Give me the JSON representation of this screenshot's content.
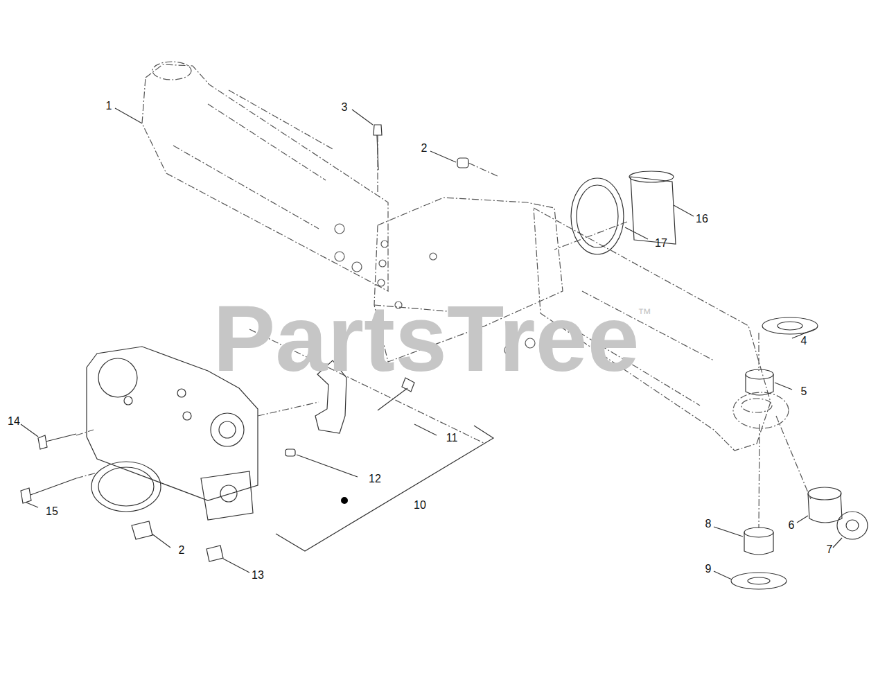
{
  "diagram": {
    "labels": [
      "1",
      "3",
      "2",
      "17",
      "16",
      "PartsTree",
      "™",
      "4",
      "5",
      "14",
      "11",
      "12",
      "10",
      "15",
      "2",
      "13",
      "8",
      "6",
      "7",
      "9"
    ]
  }
}
